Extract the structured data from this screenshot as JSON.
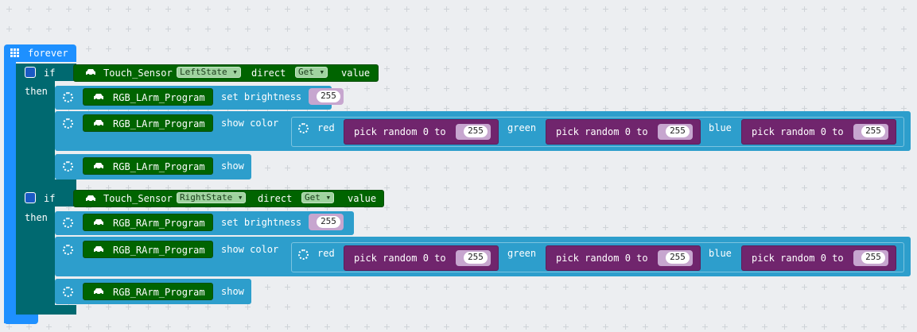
{
  "forever": {
    "label": "forever"
  },
  "if_blocks": [
    {
      "if_label": "if",
      "then_label": "then",
      "condition": {
        "object": "Touch_Sensor",
        "state": "LeftState",
        "direct_label": "direct",
        "mode": "Get",
        "value_label": "value"
      },
      "brightness": {
        "object": "RGB_LArm_Program",
        "label": "set brightness",
        "value": "255"
      },
      "color": {
        "object": "RGB_LArm_Program",
        "label": "show color",
        "red_label": "red",
        "green_label": "green",
        "blue_label": "blue",
        "random_label": "pick random 0 to",
        "red_max": "255",
        "green_max": "255",
        "blue_max": "255"
      },
      "show": {
        "object": "RGB_LArm_Program",
        "label": "show"
      }
    },
    {
      "if_label": "if",
      "then_label": "then",
      "condition": {
        "object": "Touch_Sensor",
        "state": "RightState",
        "direct_label": "direct",
        "mode": "Get",
        "value_label": "value"
      },
      "brightness": {
        "object": "RGB_RArm_Program",
        "label": "set brightness",
        "value": "255"
      },
      "color": {
        "object": "RGB_RArm_Program",
        "label": "show color",
        "red_label": "red",
        "green_label": "green",
        "blue_label": "blue",
        "random_label": "pick random 0 to",
        "red_max": "255",
        "green_max": "255",
        "blue_max": "255"
      },
      "show": {
        "object": "RGB_RArm_Program",
        "label": "show"
      }
    }
  ],
  "colors": {
    "workspace": "#eceef1",
    "forever": "#1e90ff",
    "logic": "#006970",
    "extension": "#006400",
    "light": "#2d9ecc",
    "math": "#70256d"
  },
  "icons": [
    "grid-icon",
    "gear-icon",
    "car-icon",
    "loading-icon",
    "dropdown-arrow-icon"
  ]
}
